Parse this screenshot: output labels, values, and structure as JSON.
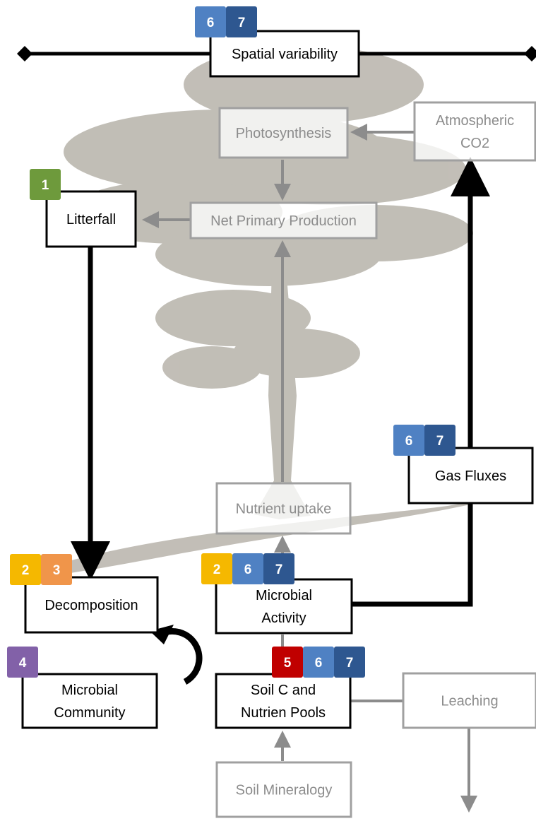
{
  "boxes": {
    "spatial": "Spatial variability",
    "photosynthesis": "Photosynthesis",
    "co2": [
      "Atmospheric",
      "CO2"
    ],
    "litterfall": "Litterfall",
    "npp": "Net Primary Production",
    "gas": "Gas Fluxes",
    "nutrient": "Nutrient uptake",
    "decomposition": "Decomposition",
    "activity": [
      "Microbial",
      "Activity"
    ],
    "community": [
      "Microbial",
      "Community"
    ],
    "pools": [
      "Soil C and",
      "Nutrien Pools"
    ],
    "leaching": "Leaching",
    "mineralogy": "Soil Mineralogy"
  },
  "badges": {
    "spatial": [
      "6",
      "7"
    ],
    "litterfall": [
      "1"
    ],
    "gas": [
      "6",
      "7"
    ],
    "decomposition": [
      "2",
      "3"
    ],
    "activity": [
      "2",
      "6",
      "7"
    ],
    "community": [
      "4"
    ],
    "pools": [
      "5",
      "6",
      "7"
    ]
  },
  "badge_colors": {
    "1": "#6e9a3c",
    "2": "#f5b800",
    "3": "#f0954a",
    "4": "#8261a8",
    "5": "#c00000",
    "6": "#4f81c3",
    "7": "#2e5790"
  },
  "colors": {
    "primary": "#000000",
    "secondary": "#8c8c8c",
    "tree": "#b7b3aa"
  },
  "background_icon": "tree-silhouette"
}
